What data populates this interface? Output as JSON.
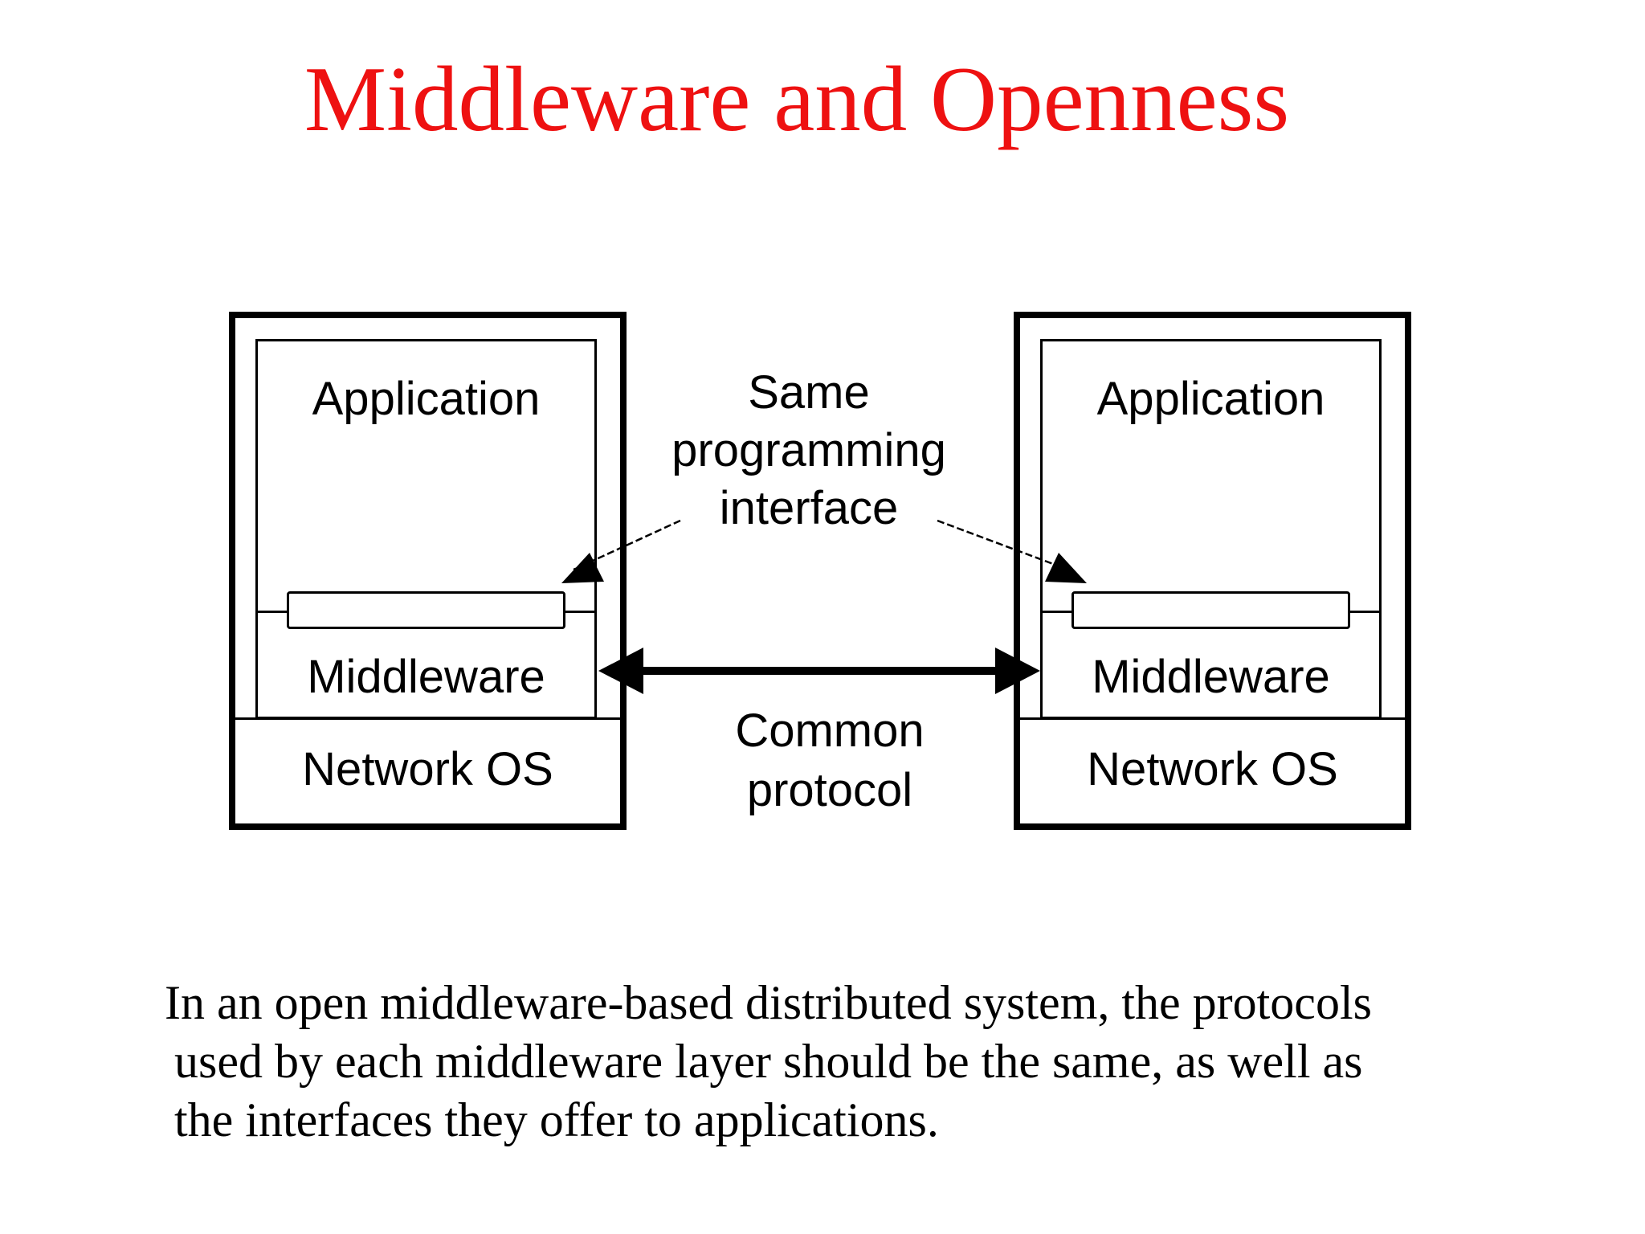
{
  "colors": {
    "title": "#ee1111",
    "ink": "#000000",
    "background": "#ffffff"
  },
  "title": {
    "text": "Middleware and Openness"
  },
  "diagram": {
    "machines": [
      {
        "application": "Application",
        "middleware": "Middleware",
        "network_os": "Network OS"
      },
      {
        "application": "Application",
        "middleware": "Middleware",
        "network_os": "Network OS"
      }
    ],
    "labels": {
      "interface": {
        "line1": "Same",
        "line2": "programming",
        "line3": "interface"
      },
      "protocol": {
        "line1": "Common",
        "line2": "protocol"
      }
    }
  },
  "body": {
    "line1": "In an open middleware-based distributed system, the protocols",
    "line2": "used by each middleware layer should be the same, as well as",
    "line3": "the interfaces they offer to applications."
  }
}
